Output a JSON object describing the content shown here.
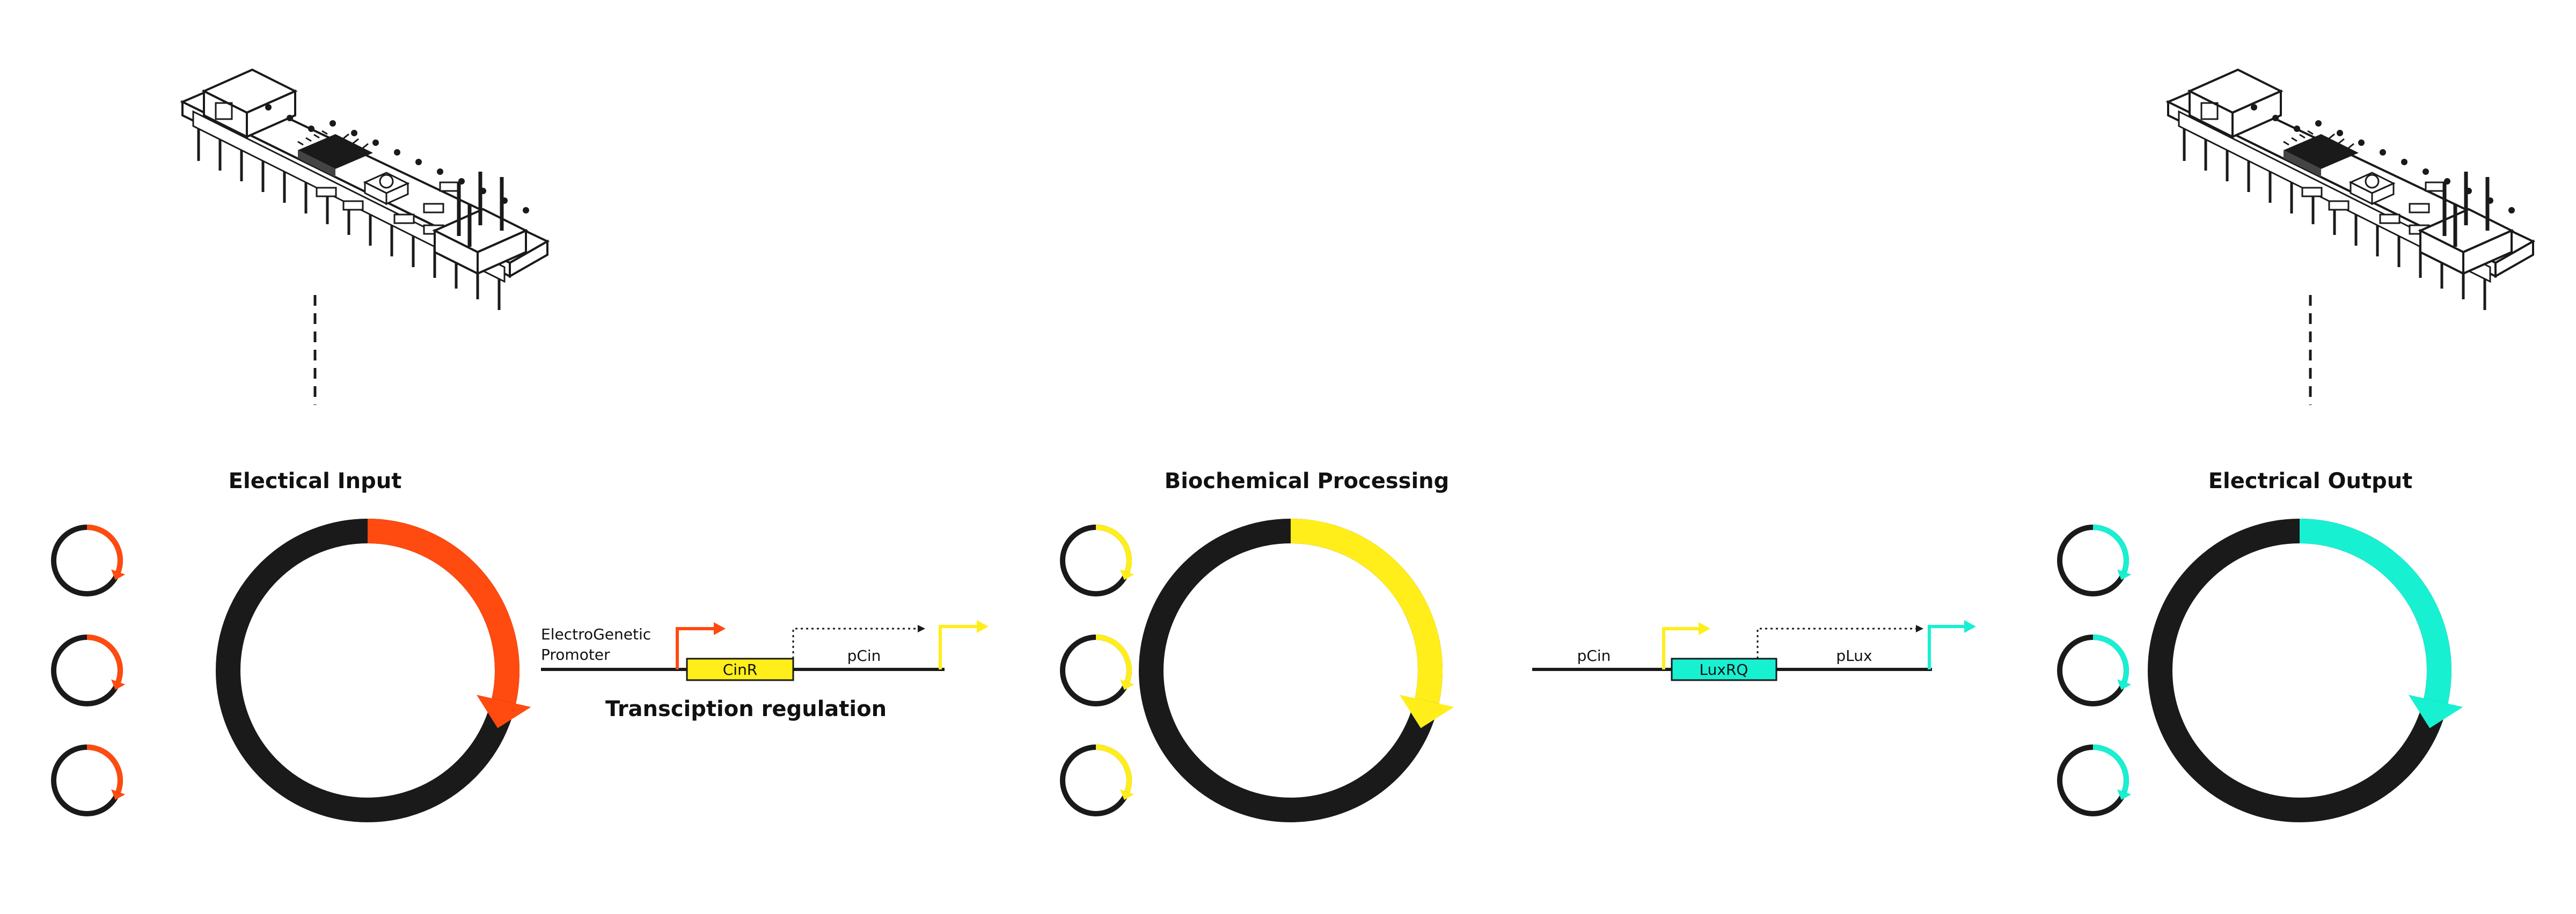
{
  "colors": {
    "ring": "#1a1a1a",
    "input": "#ff4a10",
    "processing": "#ffee1a",
    "output": "#18f0d2",
    "board_line": "#1a1a1a"
  },
  "modules": [
    {
      "title": "Electical Input",
      "accent": "input",
      "board": true
    },
    {
      "title": "Biochemical Processing",
      "accent": "processing",
      "board": false
    },
    {
      "title": "Electrical Output",
      "accent": "output",
      "board": true
    }
  ],
  "circuit_left": {
    "promoter_label_1": "ElectroGenetic",
    "promoter_label_2": "Promoter",
    "gene": "CinR",
    "output_promoter": "pCin",
    "caption": "Transciption regulation"
  },
  "circuit_right": {
    "input_promoter": "pCin",
    "gene": "LuxRQ",
    "output_promoter": "pLux"
  }
}
